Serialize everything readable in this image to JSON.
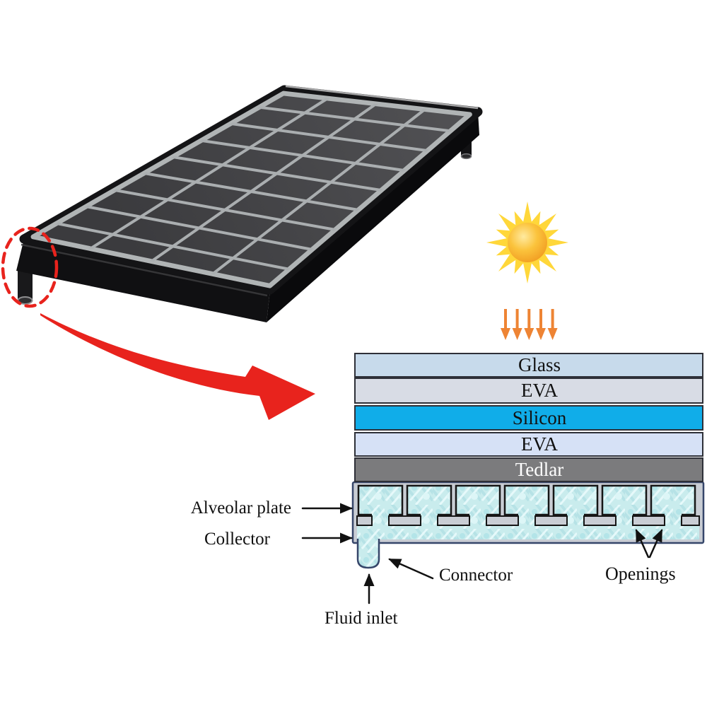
{
  "layers": [
    {
      "label": "Glass",
      "color": "#c7daeb",
      "text_color": "#111111"
    },
    {
      "label": "EVA",
      "color": "#d8dce5",
      "text_color": "#111111"
    },
    {
      "label": "Silicon",
      "color": "#10ade9",
      "text_color": "#111111"
    },
    {
      "label": "EVA",
      "color": "#d6e1f6",
      "text_color": "#111111"
    },
    {
      "label": "Tedlar",
      "color": "#7b7b7d",
      "text_color": "#ffffff"
    }
  ],
  "labels": {
    "alveolar_plate": "Alveolar plate",
    "collector": "Collector",
    "connector": "Connector",
    "fluid_inlet": "Fluid inlet",
    "openings": "Openings"
  },
  "icons": {
    "sun": "sun-icon",
    "irradiance": "irradiance-down-arrows",
    "zoom_arrow": "red-zoom-arrow",
    "highlight": "red-dashed-highlight-ellipse"
  },
  "colors": {
    "highlight_red": "#e8231d",
    "irradiance_orange": "#ee8434",
    "sun_rays": "#ffd73a",
    "sun_core_outer": "#ef941c",
    "sun_core_mid": "#fbc33c",
    "sun_core_inner": "#ffeaa0",
    "water_cyan": "#c9eced",
    "shell_silver": "#c9cdd4",
    "outline_navy": "#36466a",
    "panel_dark": "#3c3c3f",
    "arrow_black": "#111111"
  }
}
